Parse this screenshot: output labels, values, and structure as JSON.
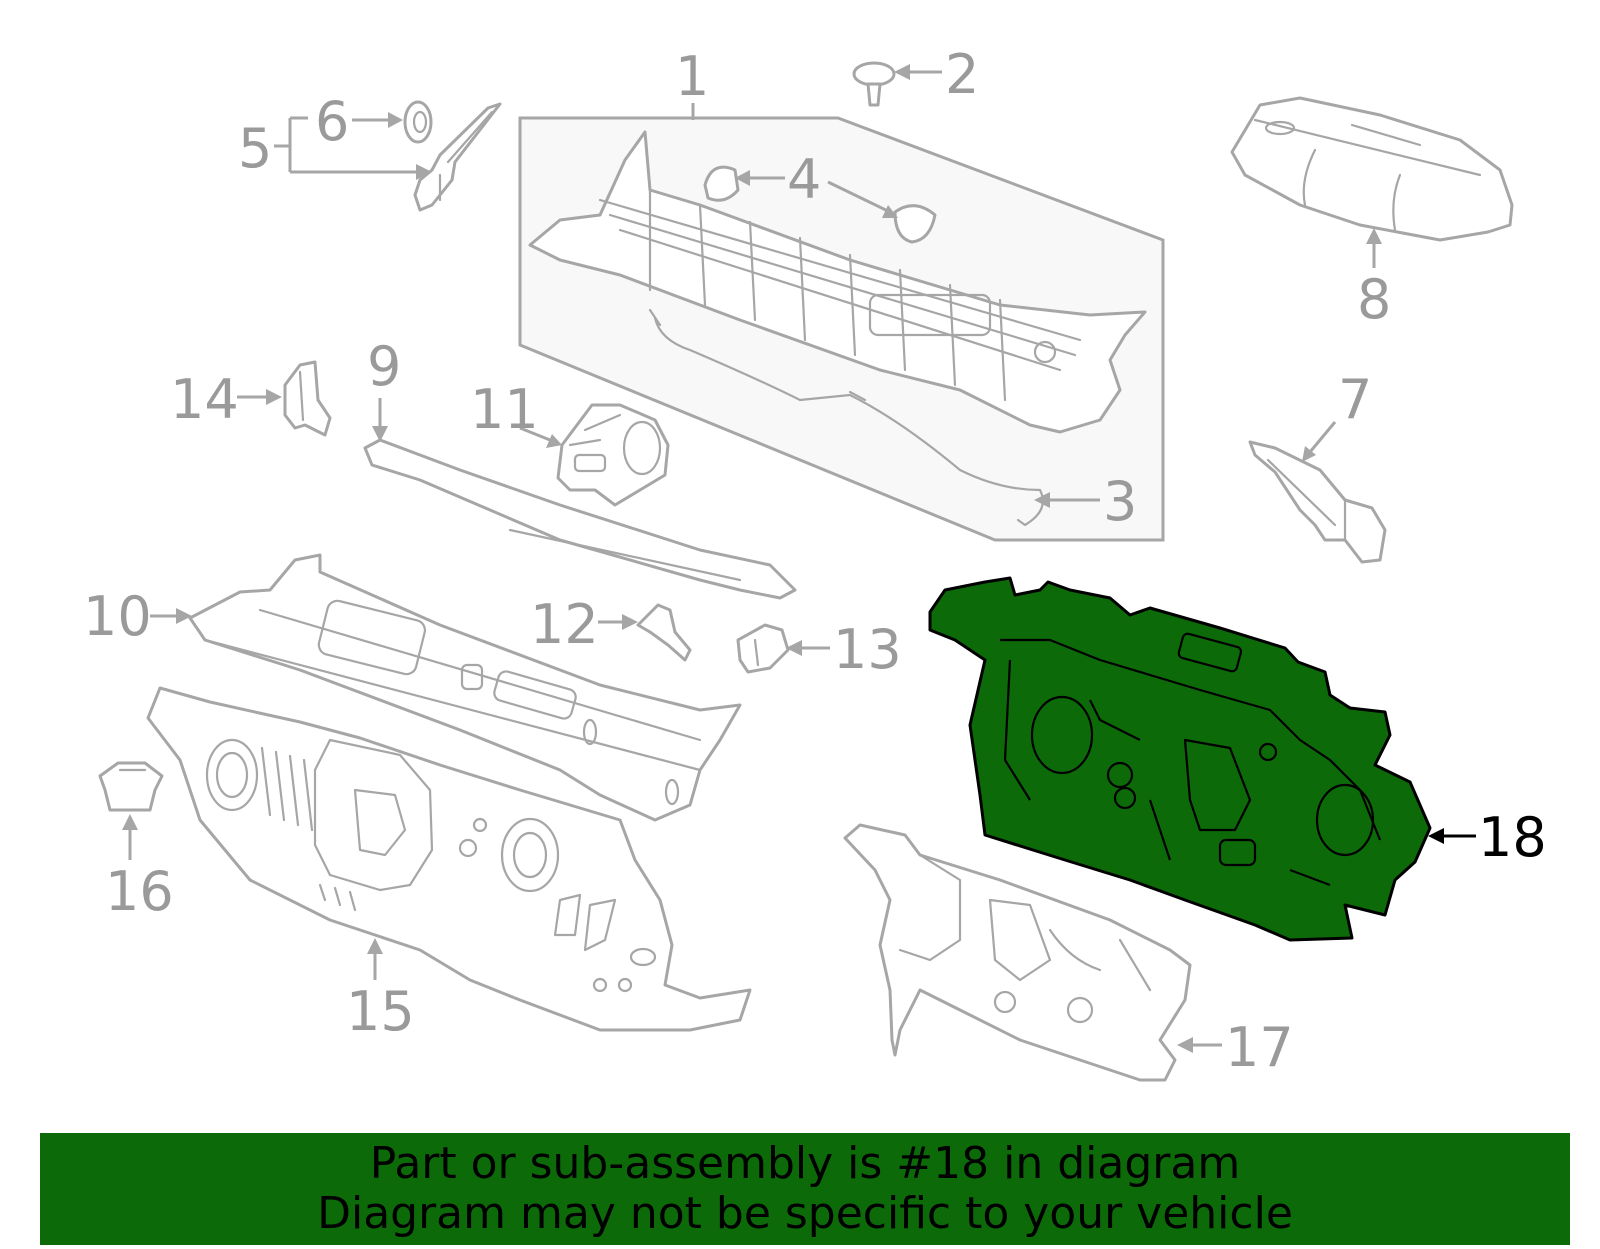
{
  "callouts": {
    "n1": "1",
    "n2": "2",
    "n3": "3",
    "n4": "4",
    "n5": "5",
    "n6": "6",
    "n7": "7",
    "n8": "8",
    "n9": "9",
    "n10": "10",
    "n11": "11",
    "n12": "12",
    "n13": "13",
    "n14": "14",
    "n15": "15",
    "n16": "16",
    "n17": "17",
    "n18": "18"
  },
  "highlighted_part": "18",
  "colors": {
    "highlight": "#0d6a09",
    "line_art": "#a6a6a6",
    "callout_text": "#9a9a9a",
    "active_callout": "#000000"
  },
  "banner": {
    "line1": "Part or sub-assembly is #18 in diagram",
    "line2": "Diagram may not be specific to your vehicle"
  }
}
